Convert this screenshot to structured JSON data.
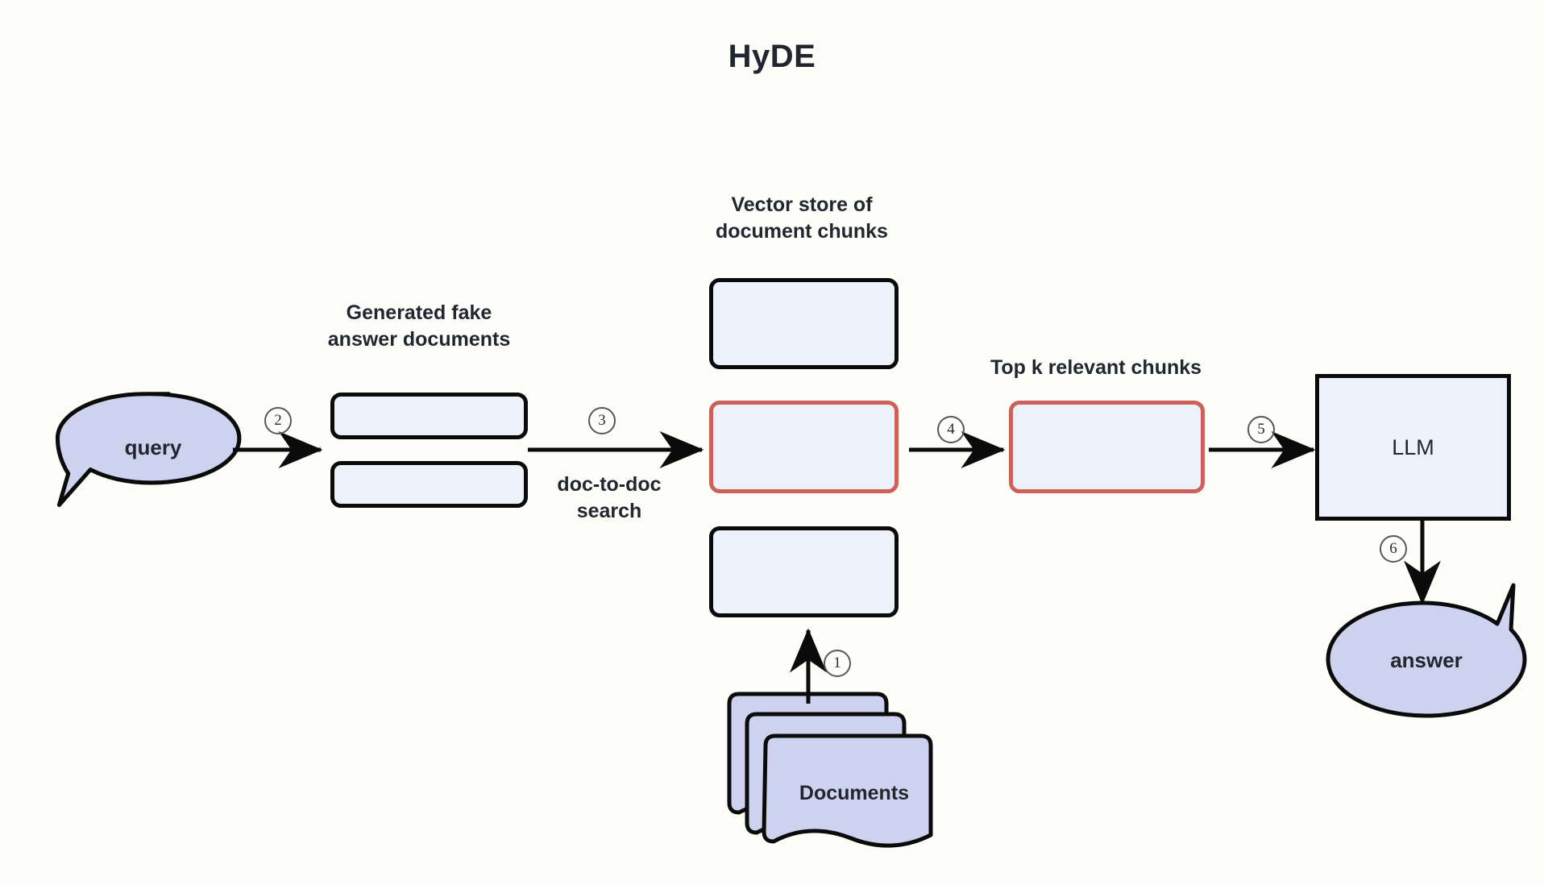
{
  "diagram": {
    "title": "HyDE",
    "background_color": "#fdfdfa",
    "accent_red": "#cd6058",
    "bubble_fill": "#cdd3ee",
    "box_fill": "#edf1fa",
    "stroke_color": "#0b0b0b"
  },
  "nodes": {
    "query_bubble": {
      "label": "query",
      "shape": "speech-bubble",
      "fill": "#cdd3ee"
    },
    "fake_docs": {
      "caption": "Generated fake\nanswer documents",
      "boxes": [
        {
          "label": ""
        },
        {
          "label": ""
        }
      ]
    },
    "vector_store": {
      "caption": "Vector store of\ndocument chunks",
      "chunks": [
        {
          "label": "",
          "highlighted": false
        },
        {
          "label": "",
          "highlighted": true
        },
        {
          "label": "",
          "highlighted": false
        }
      ]
    },
    "top_k": {
      "caption": "Top k relevant chunks",
      "boxes": [
        {
          "label": "",
          "highlighted": true
        }
      ]
    },
    "llm": {
      "label": "LLM",
      "shape": "rectangle"
    },
    "answer_bubble": {
      "label": "answer",
      "shape": "speech-bubble",
      "fill": "#cdd3ee"
    },
    "documents": {
      "label": "Documents",
      "shape": "document-stack",
      "count": 3
    }
  },
  "edges": [
    {
      "step": "1",
      "from": "documents",
      "to": "vector_store",
      "label": "",
      "direction": "up"
    },
    {
      "step": "2",
      "from": "query_bubble",
      "to": "fake_docs",
      "label": "",
      "direction": "right"
    },
    {
      "step": "3",
      "from": "fake_docs",
      "to": "vector_store",
      "label": "doc-to-doc\nsearch",
      "direction": "right"
    },
    {
      "step": "4",
      "from": "vector_store",
      "to": "top_k",
      "label": "",
      "direction": "right"
    },
    {
      "step": "5",
      "from": "top_k",
      "to": "llm",
      "label": "",
      "direction": "right"
    },
    {
      "step": "6",
      "from": "llm",
      "to": "answer_bubble",
      "label": "",
      "direction": "down"
    }
  ]
}
